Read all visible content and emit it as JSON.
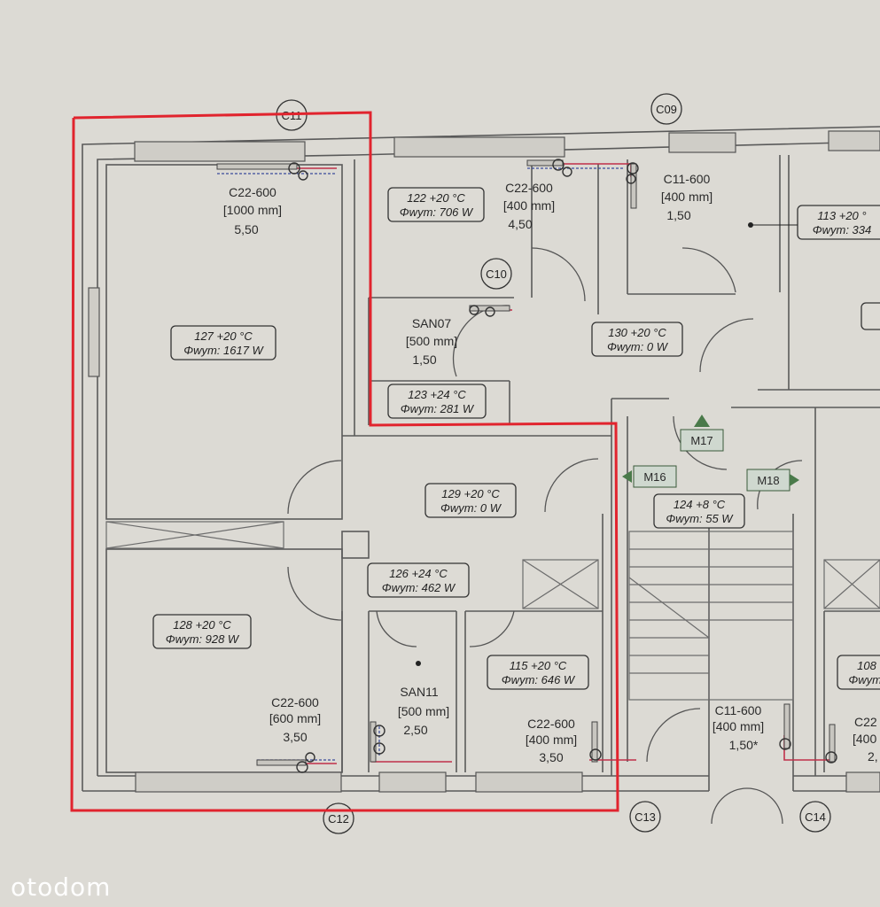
{
  "axes": {
    "c11": "C11",
    "c09": "C09",
    "c10": "C10",
    "c12": "C12",
    "c13": "C13",
    "c14": "C14"
  },
  "radiators": {
    "r1": {
      "type": "C22-600",
      "size": "[1000 mm]",
      "power": "5,50"
    },
    "r2": {
      "type": "C22-600",
      "size": "[400 mm]",
      "power": "4,50"
    },
    "r3": {
      "type": "C11-600",
      "size": "[400 mm]",
      "power": "1,50"
    },
    "r4": {
      "type": "SAN07",
      "size": "[500 mm]",
      "power": "1,50"
    },
    "r5": {
      "type": "C22-600",
      "size": "[600 mm]",
      "power": "3,50"
    },
    "r6": {
      "type": "SAN11",
      "size": "[500 mm]",
      "power": "2,50"
    },
    "r7": {
      "type": "C22-600",
      "size": "[400 mm]",
      "power": "3,50"
    },
    "r8": {
      "type": "C11-600",
      "size": "[400 mm]",
      "power": "1,50*"
    },
    "r9": {
      "type": "C22",
      "size": "[400",
      "power": "2,"
    }
  },
  "rooms": {
    "r127": {
      "line1": "127 +20 °C",
      "line2": "Φwym: 1617 W"
    },
    "r122": {
      "line1": "122 +20 °C",
      "line2": "Φwym: 706 W"
    },
    "r113": {
      "line1": "113 +20 °",
      "line2": "Φwym: 334"
    },
    "r130": {
      "line1": "130 +20 °C",
      "line2": "Φwym: 0 W"
    },
    "r123": {
      "line1": "123 +24 °C",
      "line2": "Φwym: 281 W"
    },
    "r129": {
      "line1": "129 +20 °C",
      "line2": "Φwym: 0 W"
    },
    "r124": {
      "line1": "124 +8 °C",
      "line2": "Φwym: 55 W"
    },
    "r126": {
      "line1": "126 +24 °C",
      "line2": "Φwym: 462 W"
    },
    "r128": {
      "line1": "128 +20 °C",
      "line2": "Φwym: 928 W"
    },
    "r115": {
      "line1": "115 +20 °C",
      "line2": "Φwym: 646 W"
    },
    "r108": {
      "line1": "108",
      "line2": "Φwym:"
    }
  },
  "markers": {
    "m16": "M16",
    "m17": "M17",
    "m18": "M18"
  },
  "watermark": "otodom",
  "colors": {
    "highlight": "#e1242e",
    "supply_pipe": "#c0304a",
    "return_pipe": "#3a4a9a",
    "paper": "#dcdad4"
  }
}
